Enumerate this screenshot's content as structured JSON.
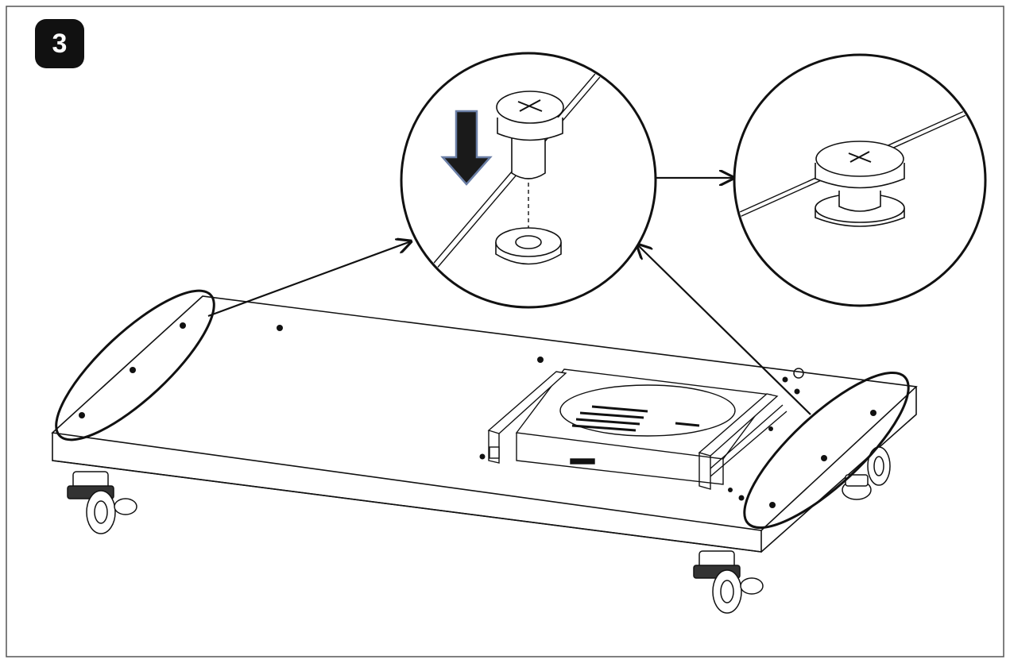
{
  "step": {
    "number": "3"
  },
  "diagram": {
    "parts": [
      "base-panel",
      "casters",
      "screw",
      "washer",
      "screw-installed"
    ],
    "colors": {
      "ink": "#111111",
      "arrow_fill": "#1a1a1a",
      "arrow_outline": "#6b7fa6",
      "frame": "#555555"
    }
  }
}
